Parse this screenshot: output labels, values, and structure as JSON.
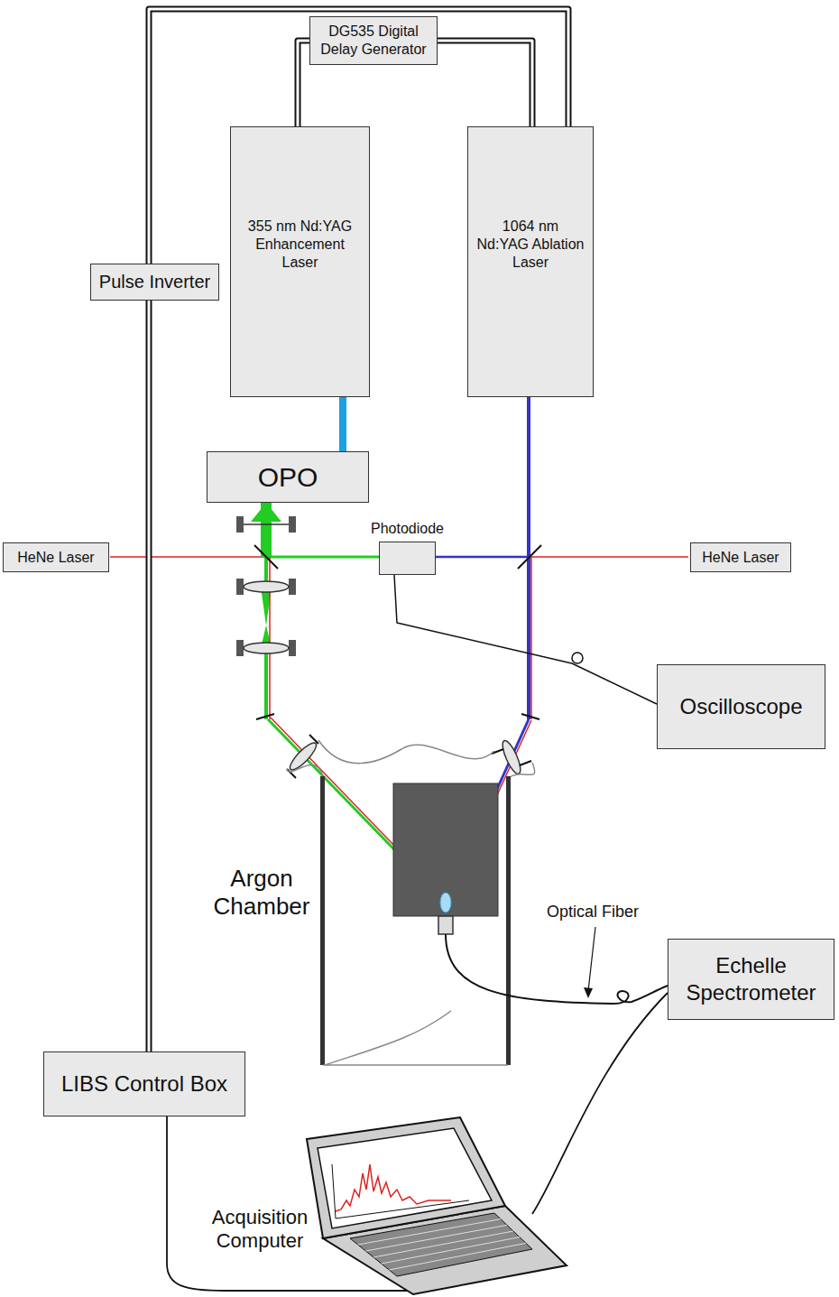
{
  "diagram": {
    "nodes": [
      {
        "text": [
          "DG535 Digital Delay Generator"
        ]
      },
      {
        "text": [
          "355 nm Nd:YAG Enhancement Laser"
        ]
      },
      {
        "text": [
          "1064 nm Nd:YAG Ablation Laser"
        ]
      },
      {
        "text": [
          "Pulse Inverter"
        ]
      },
      {
        "text": [
          "OPO"
        ]
      },
      {
        "text": [
          "HeNe Laser"
        ]
      },
      {
        "text": [
          "Photodiode"
        ]
      },
      {
        "text": [
          "HeNe Laser"
        ]
      },
      {
        "text": [
          "Oscilloscope"
        ]
      },
      {
        "text": [
          "Echelle Spectrometer"
        ]
      },
      {
        "text": [
          "LIBS Control Box"
        ]
      }
    ],
    "edges": [
      {
        "from": 0,
        "to": 1,
        "arrow": "none"
      },
      {
        "from": 0,
        "to": 2,
        "arrow": "none"
      },
      {
        "from": 2,
        "to": 3,
        "arrow": "none"
      },
      {
        "from": 3,
        "to": 10,
        "arrow": "none"
      },
      {
        "from": 1,
        "to": 4,
        "arrow": "none"
      },
      {
        "from": 6,
        "to": 8,
        "arrow": "none"
      }
    ],
    "labels": [
      "Argon Chamber",
      "Optical Fiber",
      "Acquisition Computer"
    ]
  }
}
